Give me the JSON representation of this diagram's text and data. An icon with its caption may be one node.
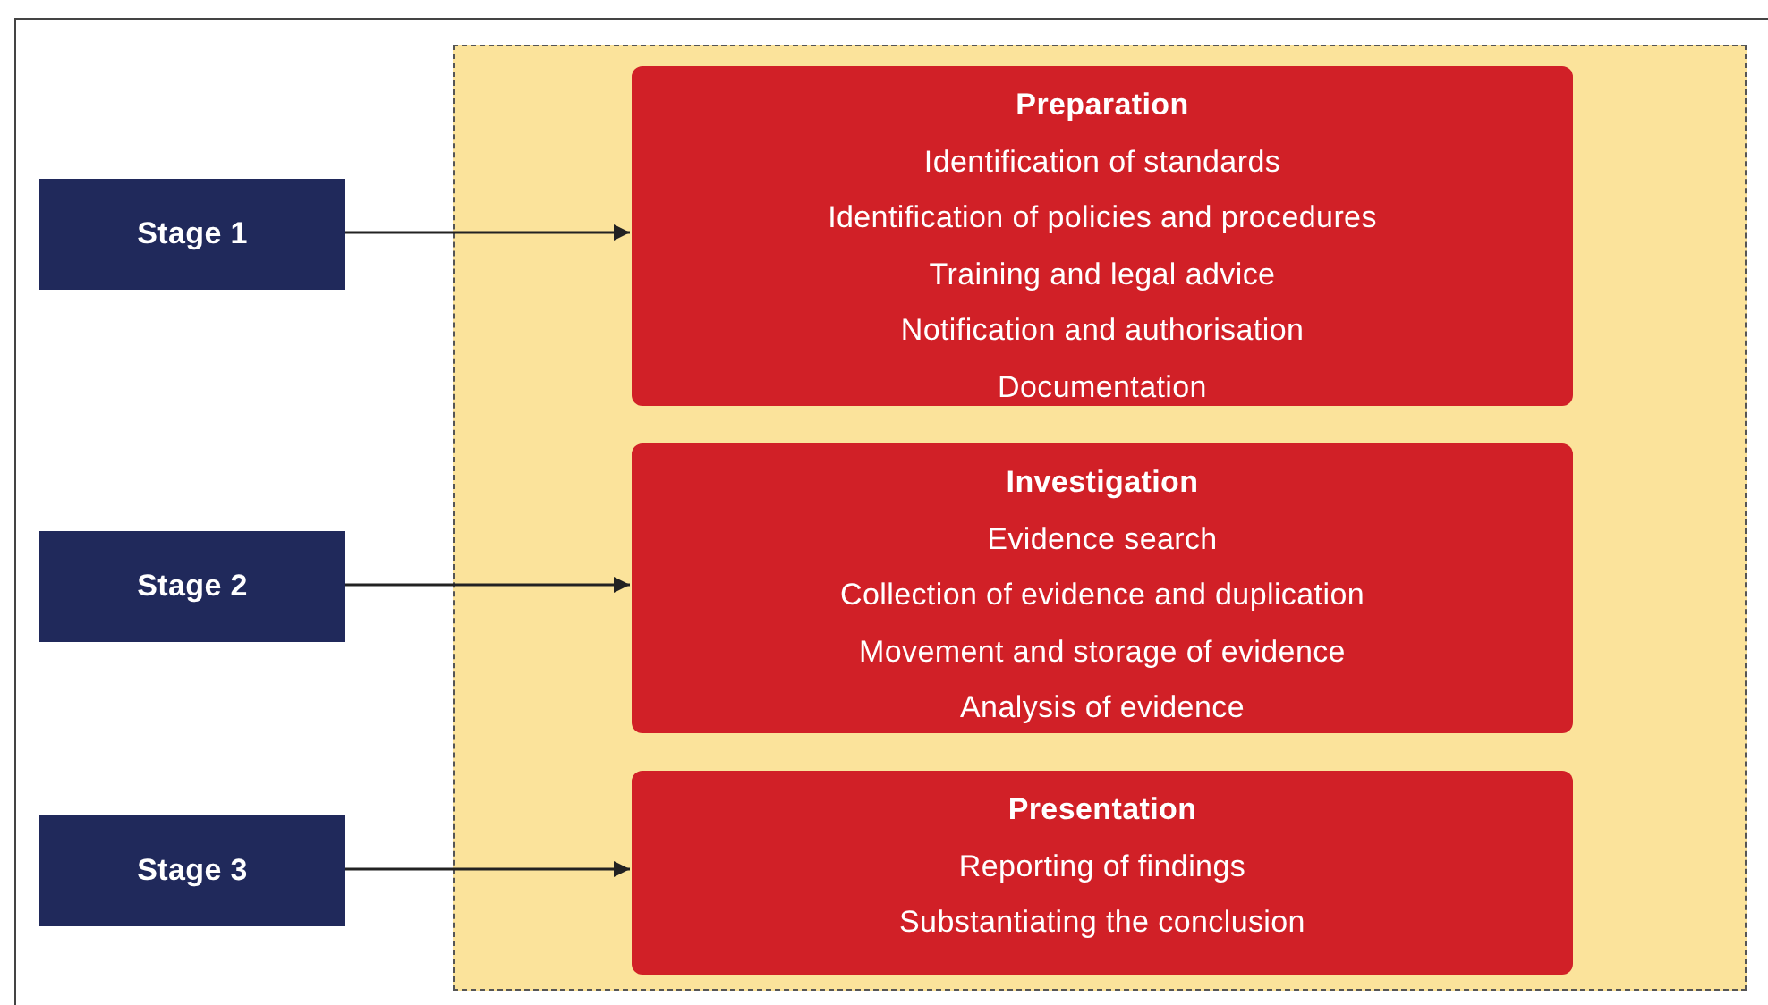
{
  "diagram": {
    "nodes": [
      {
        "text": [],
        "shape": "box"
      },
      {
        "text": [
          "Stage 1"
        ]
      },
      {
        "text": [
          "Preparation",
          "Identification of standards",
          "Identification of policies and procedures",
          "Training and legal advice",
          "Notification and authorisation",
          "Documentation"
        ],
        "in": 0
      },
      {
        "text": [
          "Stage 2"
        ]
      },
      {
        "text": [
          "Investigation",
          "Evidence search",
          "Collection of evidence and duplication",
          "Movement and storage of evidence",
          "Analysis of evidence"
        ],
        "in": 0
      },
      {
        "text": [
          "Stage 3"
        ]
      },
      {
        "text": [
          "Presentation",
          "Reporting of findings",
          "Substantiating the conclusion"
        ],
        "in": 0
      }
    ],
    "edges": [
      {
        "from": 1,
        "to": 2,
        "arrow": "to"
      },
      {
        "from": 3,
        "to": 4,
        "arrow": "to"
      },
      {
        "from": 5,
        "to": 6,
        "arrow": "to"
      }
    ]
  }
}
